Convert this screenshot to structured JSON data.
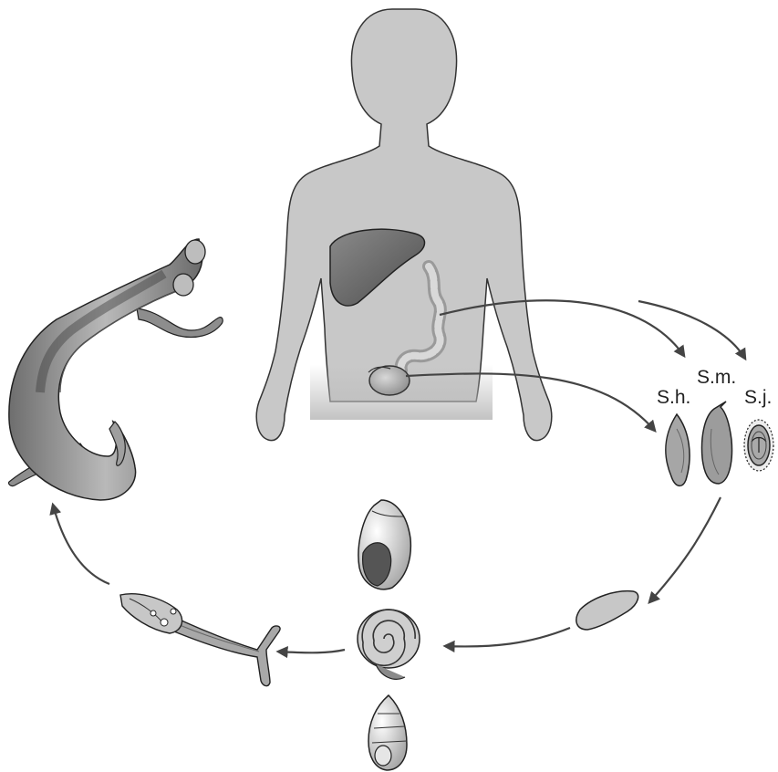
{
  "labels": {
    "egg_haematobium": "S.h.",
    "egg_mansoni": "S.m.",
    "egg_japonicum": "S.j."
  }
}
